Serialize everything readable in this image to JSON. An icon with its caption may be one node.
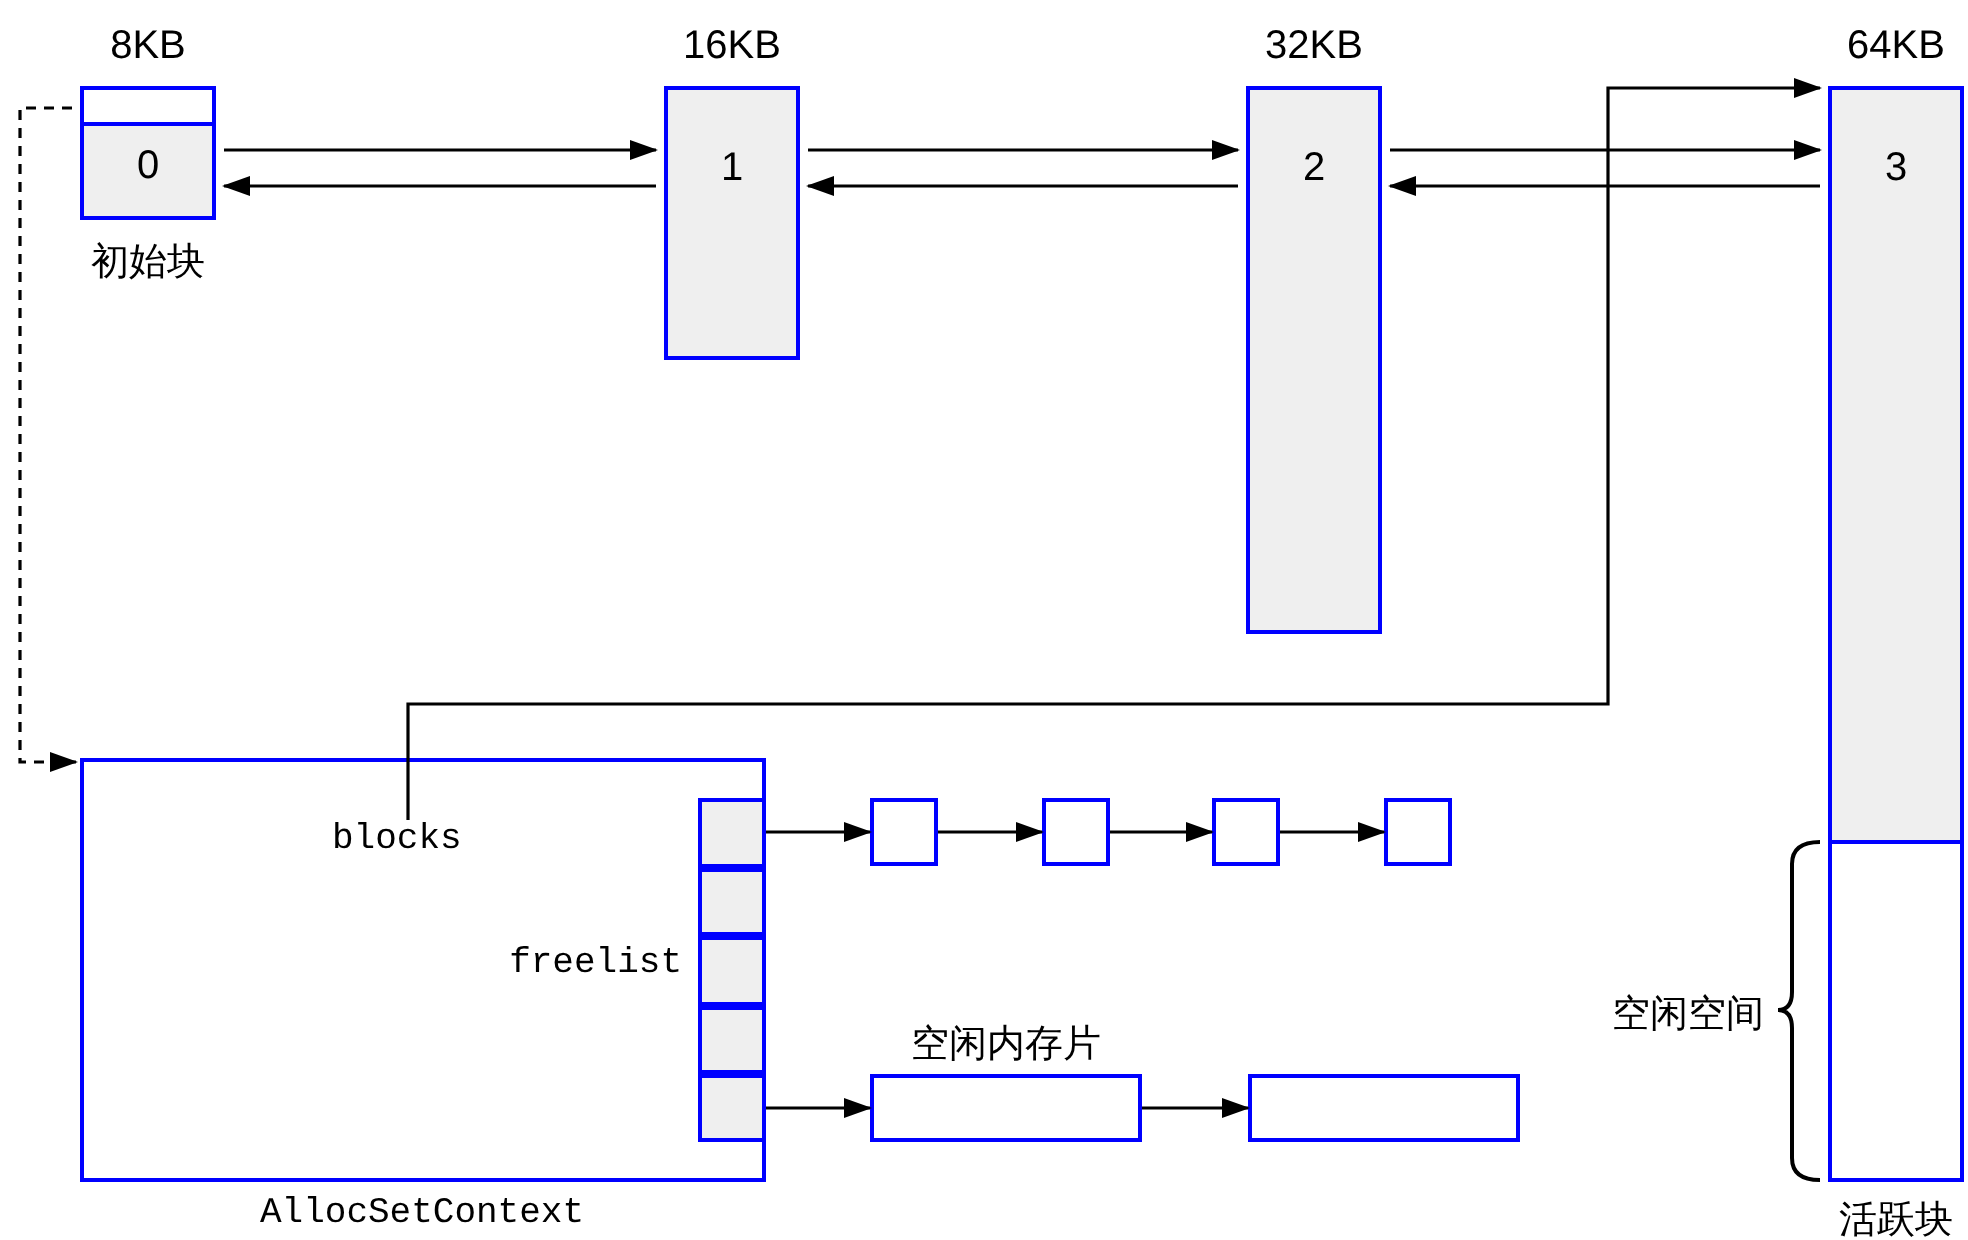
{
  "diagram": {
    "nodes": [
      {
        "text": [
          "0"
        ],
        "beside": [
          "8KB",
          "初始块"
        ]
      },
      {
        "text": [
          "1"
        ],
        "beside": [
          "16KB"
        ]
      },
      {
        "text": [
          "2"
        ],
        "beside": [
          "32KB"
        ]
      },
      {
        "text": [
          "3"
        ],
        "beside": [
          "64KB",
          "活跃块"
        ]
      },
      {
        "text": [],
        "shape": "box",
        "in": 3,
        "beside": [
          "空闲空间"
        ]
      },
      {
        "text": [
          "freelist"
        ],
        "beside": [
          "AllocSetContext"
        ]
      },
      {
        "text": [
          "blocks"
        ],
        "in": 5
      },
      {
        "text": [],
        "shape": "box",
        "in": 5
      },
      {
        "text": [],
        "shape": "box",
        "in": 5
      },
      {
        "text": [],
        "shape": "box",
        "in": 5
      },
      {
        "text": [],
        "shape": "box",
        "in": 5
      },
      {
        "text": [],
        "shape": "box",
        "in": 5
      },
      {
        "text": [],
        "shape": "box"
      },
      {
        "text": [],
        "shape": "box"
      },
      {
        "text": [],
        "shape": "box"
      },
      {
        "text": [],
        "shape": "box"
      },
      {
        "text": [],
        "shape": "box",
        "beside": [
          "空闲内存片"
        ]
      },
      {
        "text": [],
        "shape": "box"
      }
    ],
    "edges": [
      {
        "from": 0,
        "to": 1,
        "arrow": "to"
      },
      {
        "from": 1,
        "to": 0,
        "arrow": "to"
      },
      {
        "from": 1,
        "to": 2,
        "arrow": "to"
      },
      {
        "from": 2,
        "to": 1,
        "arrow": "to"
      },
      {
        "from": 2,
        "to": 3,
        "arrow": "to"
      },
      {
        "from": 3,
        "to": 2,
        "arrow": "to"
      },
      {
        "from": 6,
        "to": 3,
        "arrow": "to"
      },
      {
        "from": 0,
        "to": 5,
        "arrow": "to",
        "style": "dashed"
      },
      {
        "from": 7,
        "to": 12,
        "arrow": "to"
      },
      {
        "from": 12,
        "to": 13,
        "arrow": "to"
      },
      {
        "from": 13,
        "to": 14,
        "arrow": "to"
      },
      {
        "from": 14,
        "to": 15,
        "arrow": "to"
      },
      {
        "from": 11,
        "to": 16,
        "arrow": "to"
      },
      {
        "from": 16,
        "to": 17,
        "arrow": "to"
      }
    ]
  }
}
